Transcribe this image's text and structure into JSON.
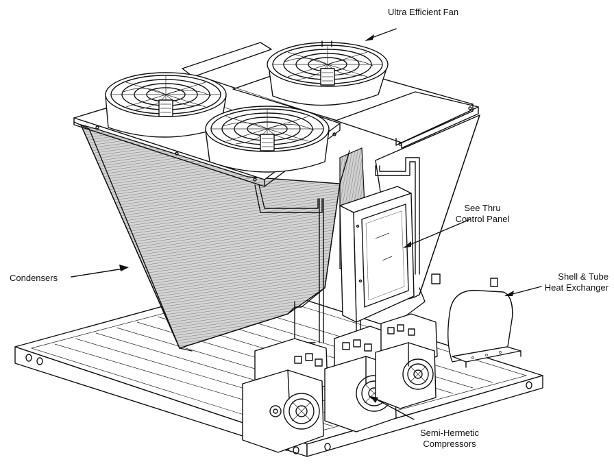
{
  "labels": {
    "fan": "Ultra Efficient Fan",
    "control_panel": [
      "See Thru",
      "Control Panel"
    ],
    "heat_exchanger": [
      "Shell & Tube",
      "Heat Exchanger"
    ],
    "condensers": "Condensers",
    "compressors": [
      "Semi-Hermetic",
      "Compressors"
    ]
  },
  "colors": {
    "line": "#111111",
    "background": "#ffffff",
    "coil_shade": "#c9c9c9"
  }
}
